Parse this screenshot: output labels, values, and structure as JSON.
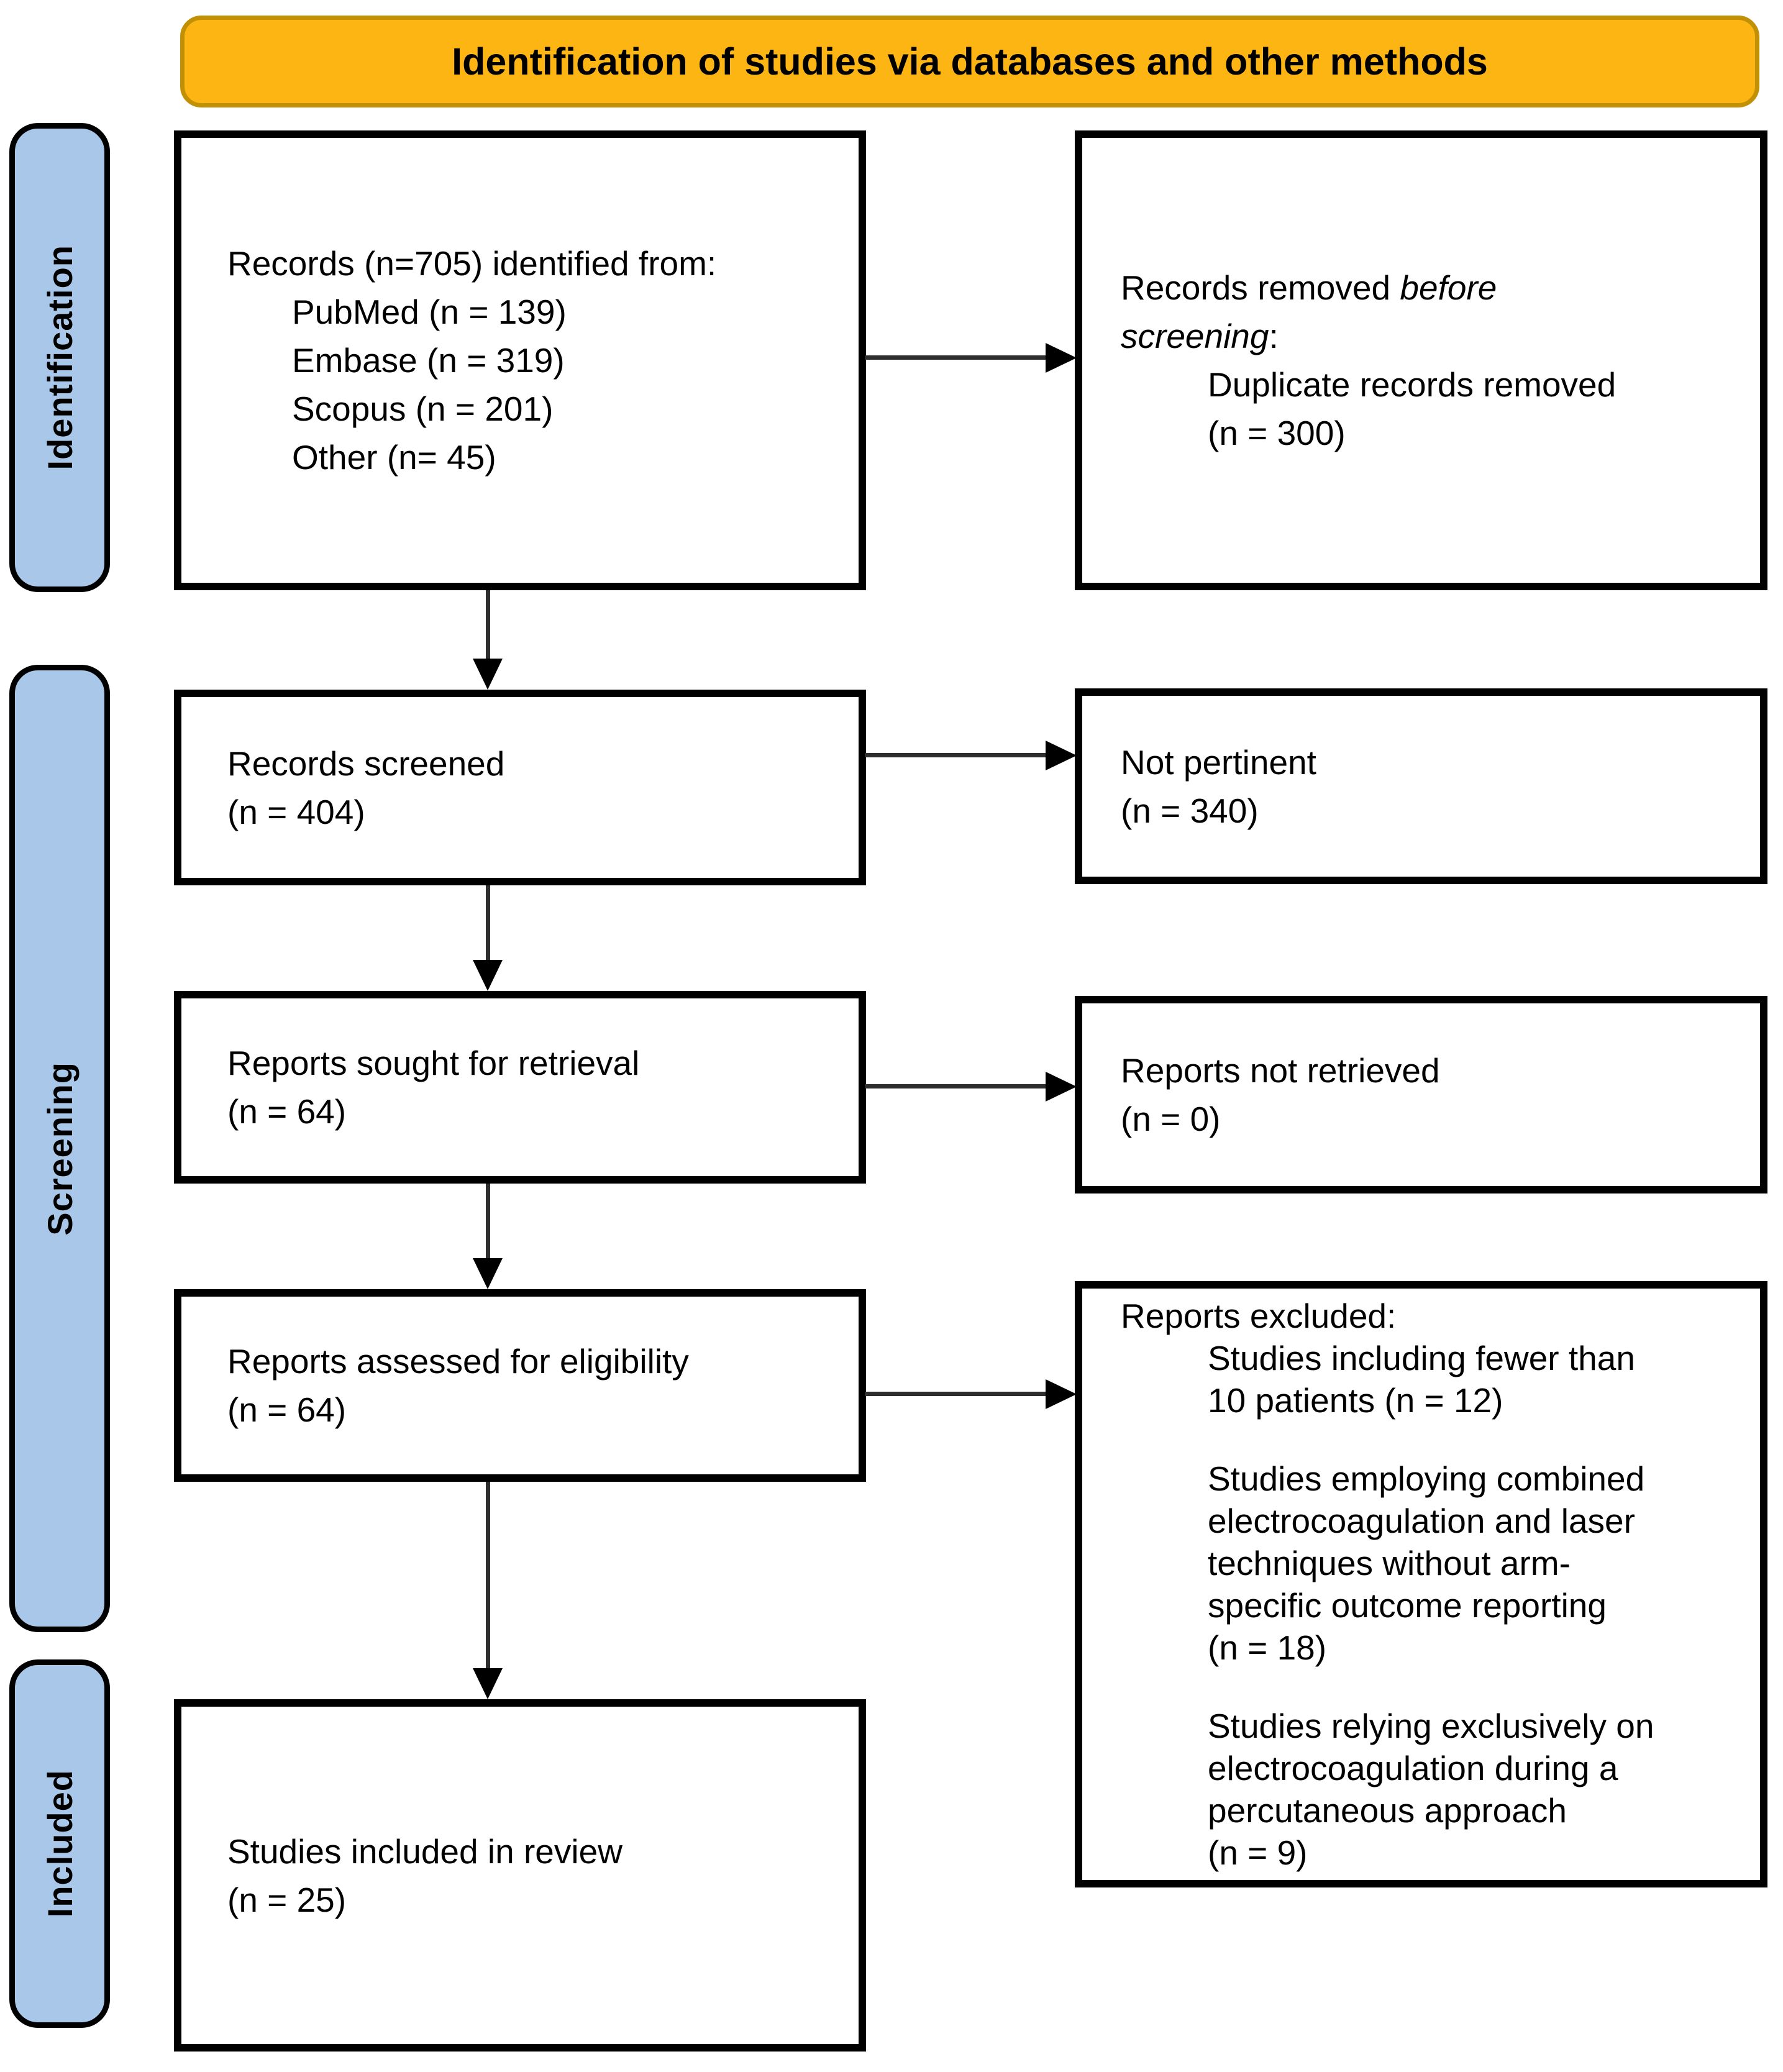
{
  "banner": {
    "title": "Identification of studies via databases and other methods",
    "background": "#FCB513",
    "border_color": "#C19005"
  },
  "sidebar": {
    "fill": "#A9C7E8",
    "labels": {
      "identification": "Identification",
      "screening": "Screening",
      "included": "Included"
    }
  },
  "flow": {
    "records_identified": {
      "heading": "Records (n=705) identified from:",
      "sources": [
        "PubMed (n = 139)",
        "Embase (n = 319)",
        "Scopus (n = 201)",
        "Other (n= 45)"
      ]
    },
    "records_removed": {
      "prefix": "Records removed ",
      "italic_word1": "before",
      "italic_word2": "screening",
      "suffix": ":",
      "item": "Duplicate records removed",
      "count": "(n = 300)"
    },
    "records_screened": {
      "label": "Records screened",
      "count": "(n = 404)"
    },
    "not_pertinent": {
      "label": "Not pertinent",
      "count": "(n = 340)"
    },
    "reports_sought": {
      "label": "Reports sought for retrieval",
      "count": "(n = 64)"
    },
    "reports_not_retrieved": {
      "label": "Reports not retrieved",
      "count": "(n = 0)"
    },
    "reports_assessed": {
      "label": "Reports assessed for eligibility",
      "count": "(n = 64)"
    },
    "reports_excluded": {
      "heading": "Reports excluded:",
      "reasons": [
        [
          "Studies including fewer than",
          "10 patients (n = 12)"
        ],
        [
          "Studies employing combined",
          "electrocoagulation and laser",
          "techniques without arm-",
          "specific outcome reporting",
          "(n = 18)"
        ],
        [
          "Studies relying exclusively on",
          "electrocoagulation during a",
          "percutaneous approach",
          "(n = 9)"
        ]
      ]
    },
    "studies_included": {
      "label": "Studies included in review",
      "count": "(n = 25)"
    }
  }
}
